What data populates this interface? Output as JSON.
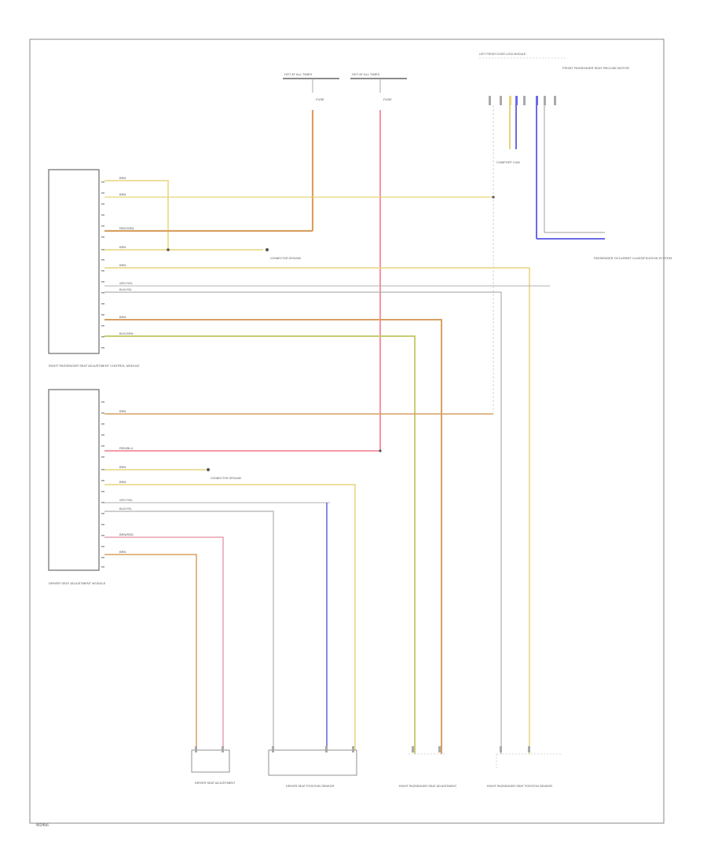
{
  "page_code": "W2456",
  "colors": {
    "border": "#8a8a8a",
    "module": "#6a6a6a",
    "text": "#555555",
    "pink_red": "#f07a8a",
    "pink": "#e8a0b0",
    "orange": "#d9a060",
    "yellow": "#e8d47a",
    "green": "#c8cc70",
    "blue": "#6a6ae8",
    "gray": "#b0b0b0",
    "olive": "#c0a070"
  },
  "labels": {
    "fuse1": "HOT AT ALL TIMES",
    "fuse2": "HOT AT ALL TIMES",
    "fuse1_name": "FUSE",
    "fuse2_name": "FUSE",
    "top_right_header": "LEFT FRONT DOOR LOCK MODULE",
    "top_right_title": "FRONT PASSENGER SEAT RECLINE MOTOR",
    "right_mid_title": "PASSENGER OCCUPANT CLASSIFICATION SYSTEM",
    "connector_label": "COMFORT CAN",
    "module_upper": "RIGHT PASSENGER SEAT ADJUSTMENT CONTROL MODULE",
    "module_lower": "DRIVER SEAT ADJUSTMENT MODULE",
    "ground_upper": "CONNECTOR GROUND",
    "ground_lower": "CONNECTOR GROUND",
    "b1": "DRIVER SEAT ADJUSTMENT",
    "b2": "DRIVER SEAT POSITION SENSOR",
    "b3": "RIGHT PASSENGER SEAT ADJUSTMENT",
    "b4": "RIGHT PASSENGER SEAT POSITION SENSOR"
  },
  "wires": {
    "w1": "BRN",
    "w2": "BRN",
    "w3": "RED/GRN",
    "w4": "BRN",
    "w5": "BRN",
    "w6": "GRY/YEL",
    "w7": "BLK/YEL",
    "w8": "BRN",
    "w9": "BLK/GRN",
    "w10": "BRN",
    "w11": "RED/BLU",
    "w12": "BRN",
    "w13": "BRN",
    "w14": "GRY/YEL",
    "w15": "BLK/YEL",
    "w16": "BRN/RED",
    "w17": "BRN"
  }
}
